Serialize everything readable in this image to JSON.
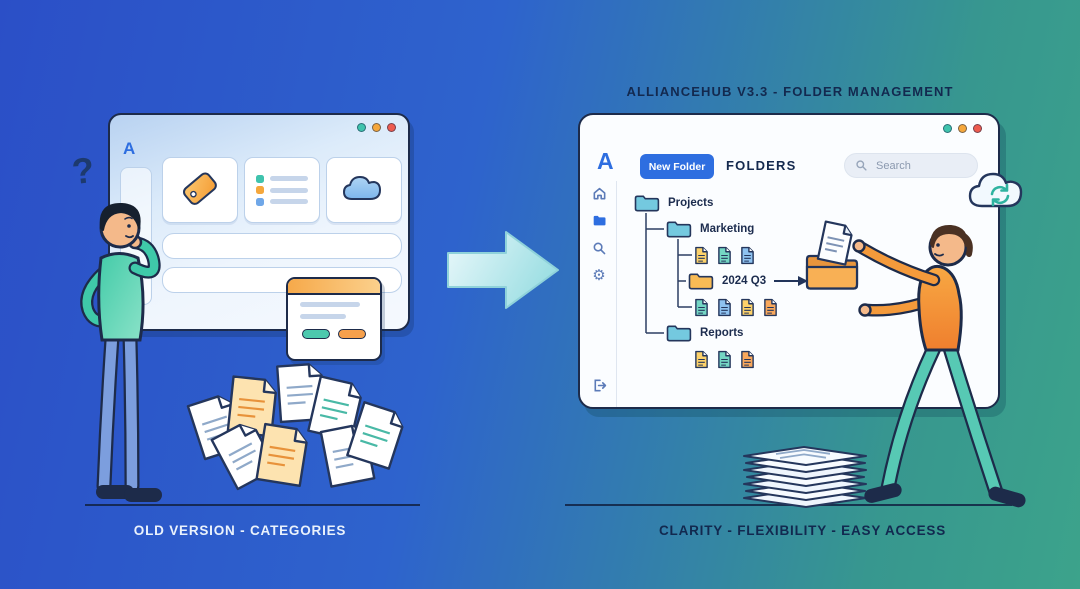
{
  "scene": {
    "left_caption": "OLD VERSION - CATEGORIES",
    "right_title": "ALLIANCEHUB V3.3 - FOLDER MANAGEMENT",
    "right_caption": "CLARITY - FLEXIBILITY - EASY ACCESS",
    "question_mark": "?"
  },
  "old_window": {
    "logo": "A",
    "icons": [
      "tag-icon",
      "list-icon",
      "cloud-icon"
    ]
  },
  "new_window": {
    "logo": "A",
    "new_folder_button": "New Folder",
    "heading": "FOLDERS",
    "search_placeholder": "Search",
    "tree": {
      "projects": "Projects",
      "marketing": "Marketing",
      "q3_2024": "2024 Q3",
      "reports": "Reports"
    },
    "sidebar_icons": [
      "home-icon",
      "folder-icon",
      "search-icon",
      "gear-icon",
      "logout-icon"
    ],
    "corner_icon": "cloud-sync-icon"
  },
  "colors": {
    "background_start": "#2b4fc7",
    "background_end": "#3ca38b",
    "accent_blue": "#2e6ee0",
    "outline_navy": "#1d2b4a",
    "teal": "#3fc9a9",
    "orange": "#f59d35"
  }
}
